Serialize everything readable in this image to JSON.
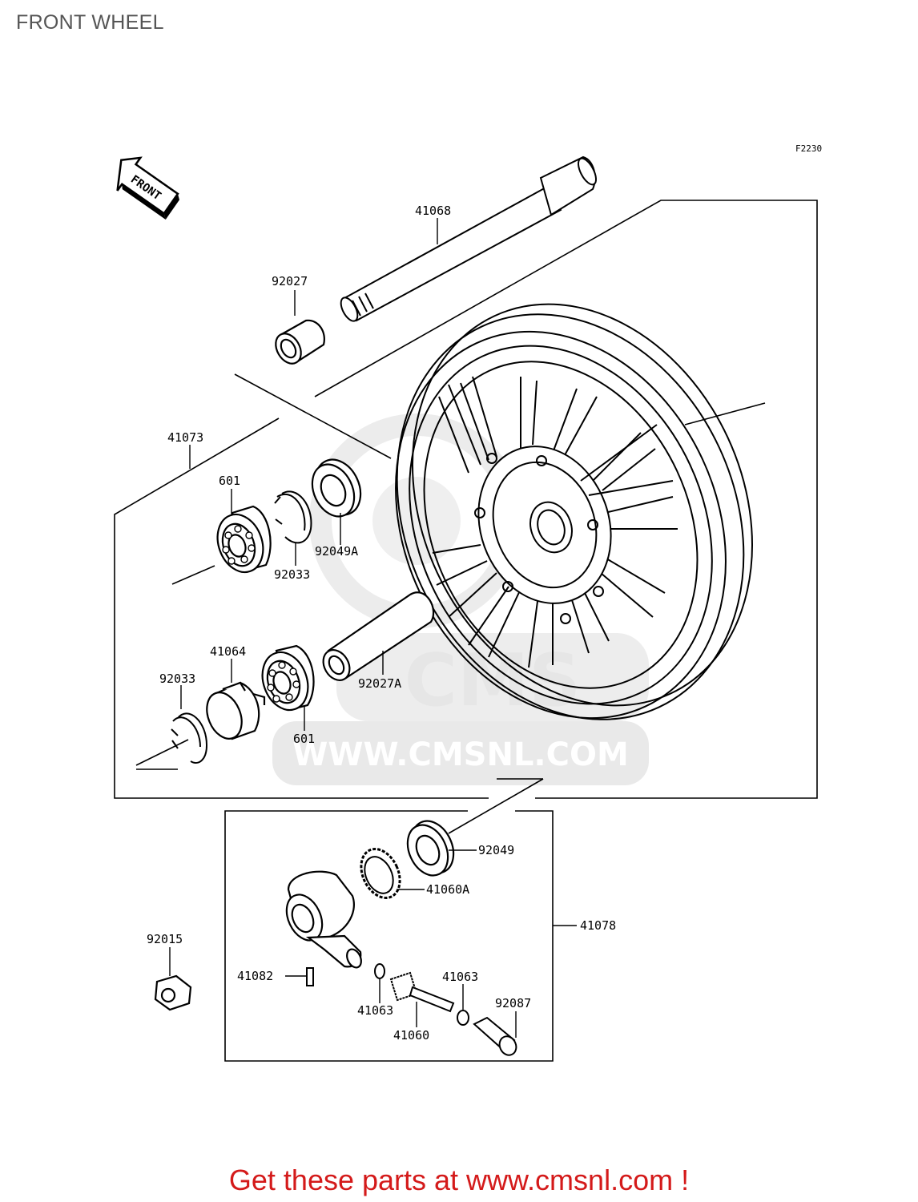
{
  "page": {
    "title": "FRONT WHEEL"
  },
  "diagram": {
    "code": "F2230",
    "front_arrow_label": "FRONT",
    "labels": {
      "p41068": "41068",
      "p92027": "92027",
      "p41073": "41073",
      "p601_top": "601",
      "p92033_top": "92033",
      "p92049A": "92049A",
      "p41064": "41064",
      "p92033_bottom": "92033",
      "p92027A": "92027A",
      "p601_bottom": "601",
      "p92049": "92049",
      "p41060A": "41060A",
      "p41078": "41078",
      "p92015": "92015",
      "p41082": "41082",
      "p41063_right": "41063",
      "p41063_left": "41063",
      "p92087": "92087",
      "p41060": "41060"
    }
  },
  "watermark": {
    "brand": "CMS",
    "url": "WWW.CMSNL.COM"
  },
  "footer": {
    "text": "Get these parts at www.cmsnl.com !"
  },
  "colors": {
    "footer": "#d41a1a",
    "line": "#000000",
    "watermark": "#e6e6e6"
  }
}
